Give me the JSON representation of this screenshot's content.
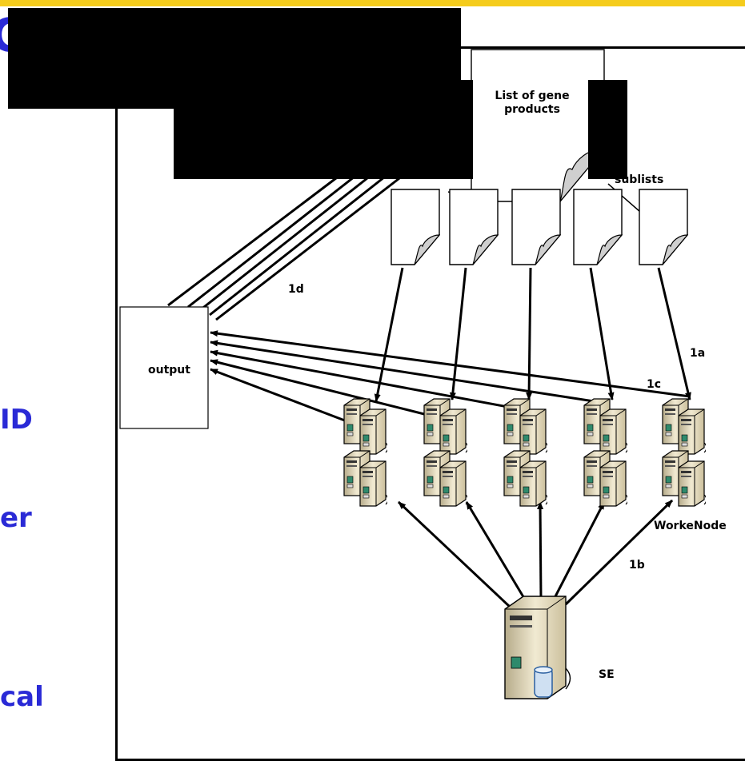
{
  "slide": {
    "title_fragment": "C",
    "side_text": [
      "ID",
      "er",
      "cal"
    ],
    "accent_color": "#f5cc1c",
    "text_color": "#2a2ad6"
  },
  "diagram": {
    "main_document": "List of gene products",
    "sublists_label": "sublists",
    "output_label": "output",
    "worker_label": "WorkeNode",
    "se_label": "SE",
    "steps": {
      "split": "1a",
      "fetch": "1b",
      "result": "1c",
      "merge": "1d"
    }
  }
}
